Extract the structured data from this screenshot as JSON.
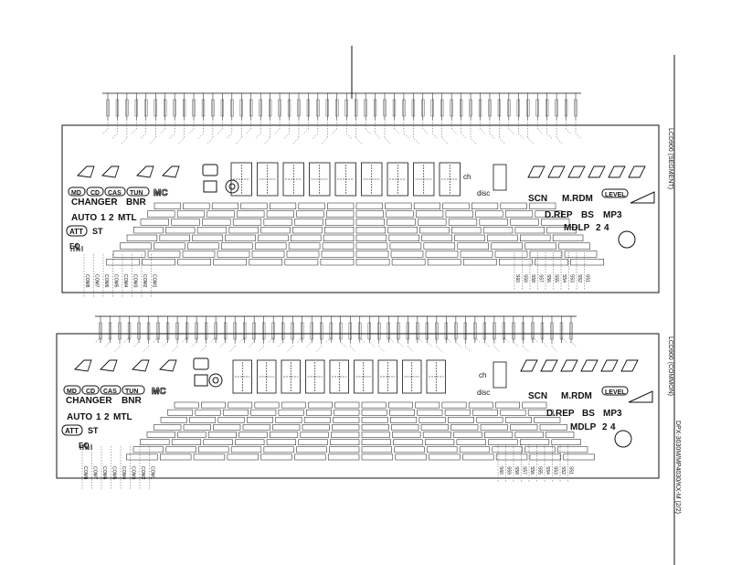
{
  "panels": [
    {
      "id": "top",
      "side_label": "LCD900 (SEGMENT)",
      "indicators_left": [
        "CHANGER",
        "BNR",
        "AUTO",
        "1",
        "2",
        "MTL",
        "ATT",
        "ST",
        "EQ"
      ],
      "badges": [
        "MD",
        "CD",
        "CAS",
        "TUN",
        "MC"
      ],
      "indicators_right": [
        "SCN",
        "M.RDM",
        "LEVEL",
        "D.REP",
        "BS",
        "MP3",
        "MDLP",
        "2",
        "4"
      ],
      "small_labels": [
        "ch",
        "disc"
      ],
      "pins_bottom_left": [
        "COM8",
        "COM7",
        "COM6",
        "COM5",
        "COM4",
        "COM3",
        "COM2",
        "COM1"
      ],
      "pins_bottom_right": [
        "S60",
        "S59",
        "S58",
        "S57",
        "S56",
        "S55",
        "S54",
        "S53",
        "S52",
        "S51"
      ]
    },
    {
      "id": "bottom",
      "side_label": "LCD900 (COMMON)",
      "indicators_left": [
        "CHANGER",
        "BNR",
        "AUTO",
        "1",
        "2",
        "MTL",
        "ATT",
        "ST",
        "EQ"
      ],
      "badges": [
        "MD",
        "CD",
        "CAS",
        "TUN",
        "MC"
      ],
      "indicators_right": [
        "SCN",
        "M.RDM",
        "LEVEL",
        "D.REP",
        "BS",
        "MP3",
        "MDLP",
        "2",
        "4"
      ],
      "small_labels": [
        "ch",
        "disc"
      ],
      "pins_bottom_left": [
        "COM8",
        "COM7",
        "COM6",
        "COM5",
        "COM4",
        "COM3",
        "COM2",
        "COM1"
      ],
      "pins_bottom_right": [
        "S60",
        "S59",
        "S58",
        "S57",
        "S56",
        "S55",
        "S54",
        "S53",
        "S52",
        "S51"
      ]
    }
  ],
  "top_pin_count": 50,
  "page_label": "DPX-3030M/MP4030/KX-M (2/2)"
}
